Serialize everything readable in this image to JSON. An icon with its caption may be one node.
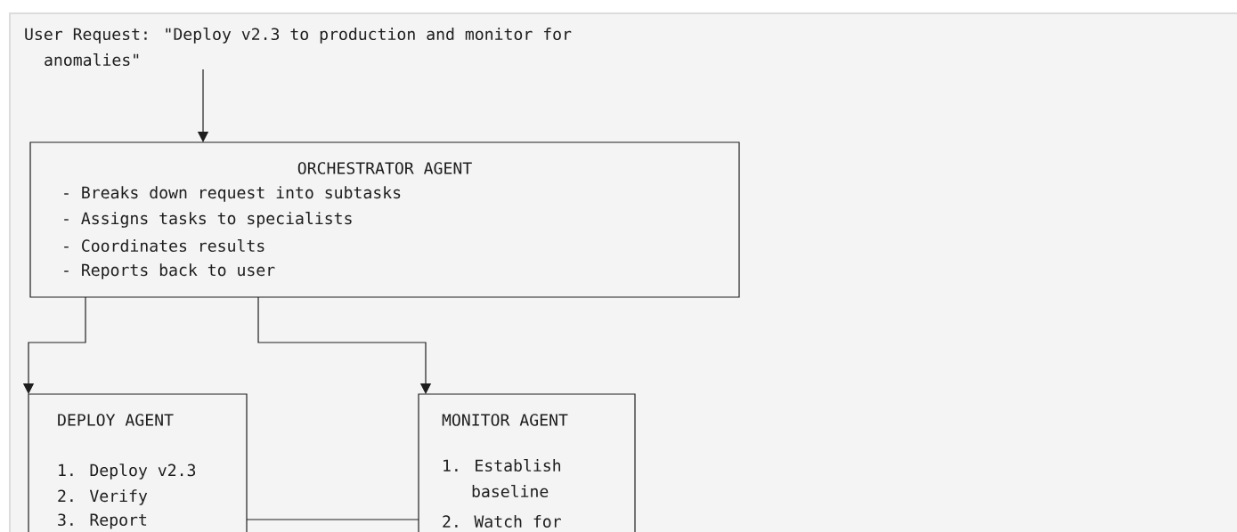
{
  "diagram": {
    "nodes": [
      {
        "text": [
          "User Request: \"Deploy v2.3 to production and monitor for anomalies\""
        ]
      },
      {
        "text": [
          "ORCHESTRATOR AGENT",
          "- Breaks down request into subtasks",
          "- Assigns tasks to specialists",
          "- Coordinates results",
          "- Reports back to user"
        ]
      },
      {
        "text": [
          "DEPLOY AGENT",
          "1. Deploy v2.3",
          "2. Verify",
          "3. Report"
        ]
      },
      {
        "text": [
          "MONITOR AGENT",
          "1. Establish baseline",
          "2. Watch for"
        ]
      }
    ],
    "edges": [
      {
        "from": 0,
        "to": 1,
        "arrow": "to"
      },
      {
        "from": 1,
        "to": 2,
        "arrow": "to"
      },
      {
        "from": 1,
        "to": 3,
        "arrow": "to"
      },
      {
        "from": 2,
        "to": 3,
        "arrow": "none"
      }
    ]
  }
}
